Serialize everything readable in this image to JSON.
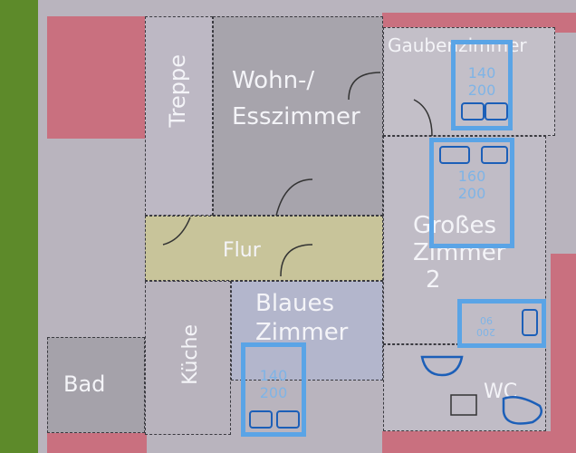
{
  "rooms": {
    "treppe": "Treppe",
    "wohn_line1": "Wohn-/",
    "wohn_line2": "Esszimmer",
    "gaube": "Gaubenzimmer",
    "grosses_line1": "Großes",
    "grosses_line2": "Zimmer",
    "grosses_num": "2",
    "flur": "Flur",
    "blaues_line1": "Blaues",
    "blaues_line2": "Zimmer",
    "kueche": "Küche",
    "bad": "Bad",
    "wc": "WC"
  },
  "beds": [
    {
      "width": "140",
      "length": "200"
    },
    {
      "width": "160",
      "length": "200"
    },
    {
      "width": "90",
      "length": "200"
    },
    {
      "width": "140",
      "length": "200"
    }
  ],
  "colors": {
    "bed_outline": "#5aa4e6",
    "pillow": "#1c5fb8",
    "outside_wall": "#c9707f",
    "garden": "#5d8a2a",
    "hall": "#c8c49a"
  }
}
